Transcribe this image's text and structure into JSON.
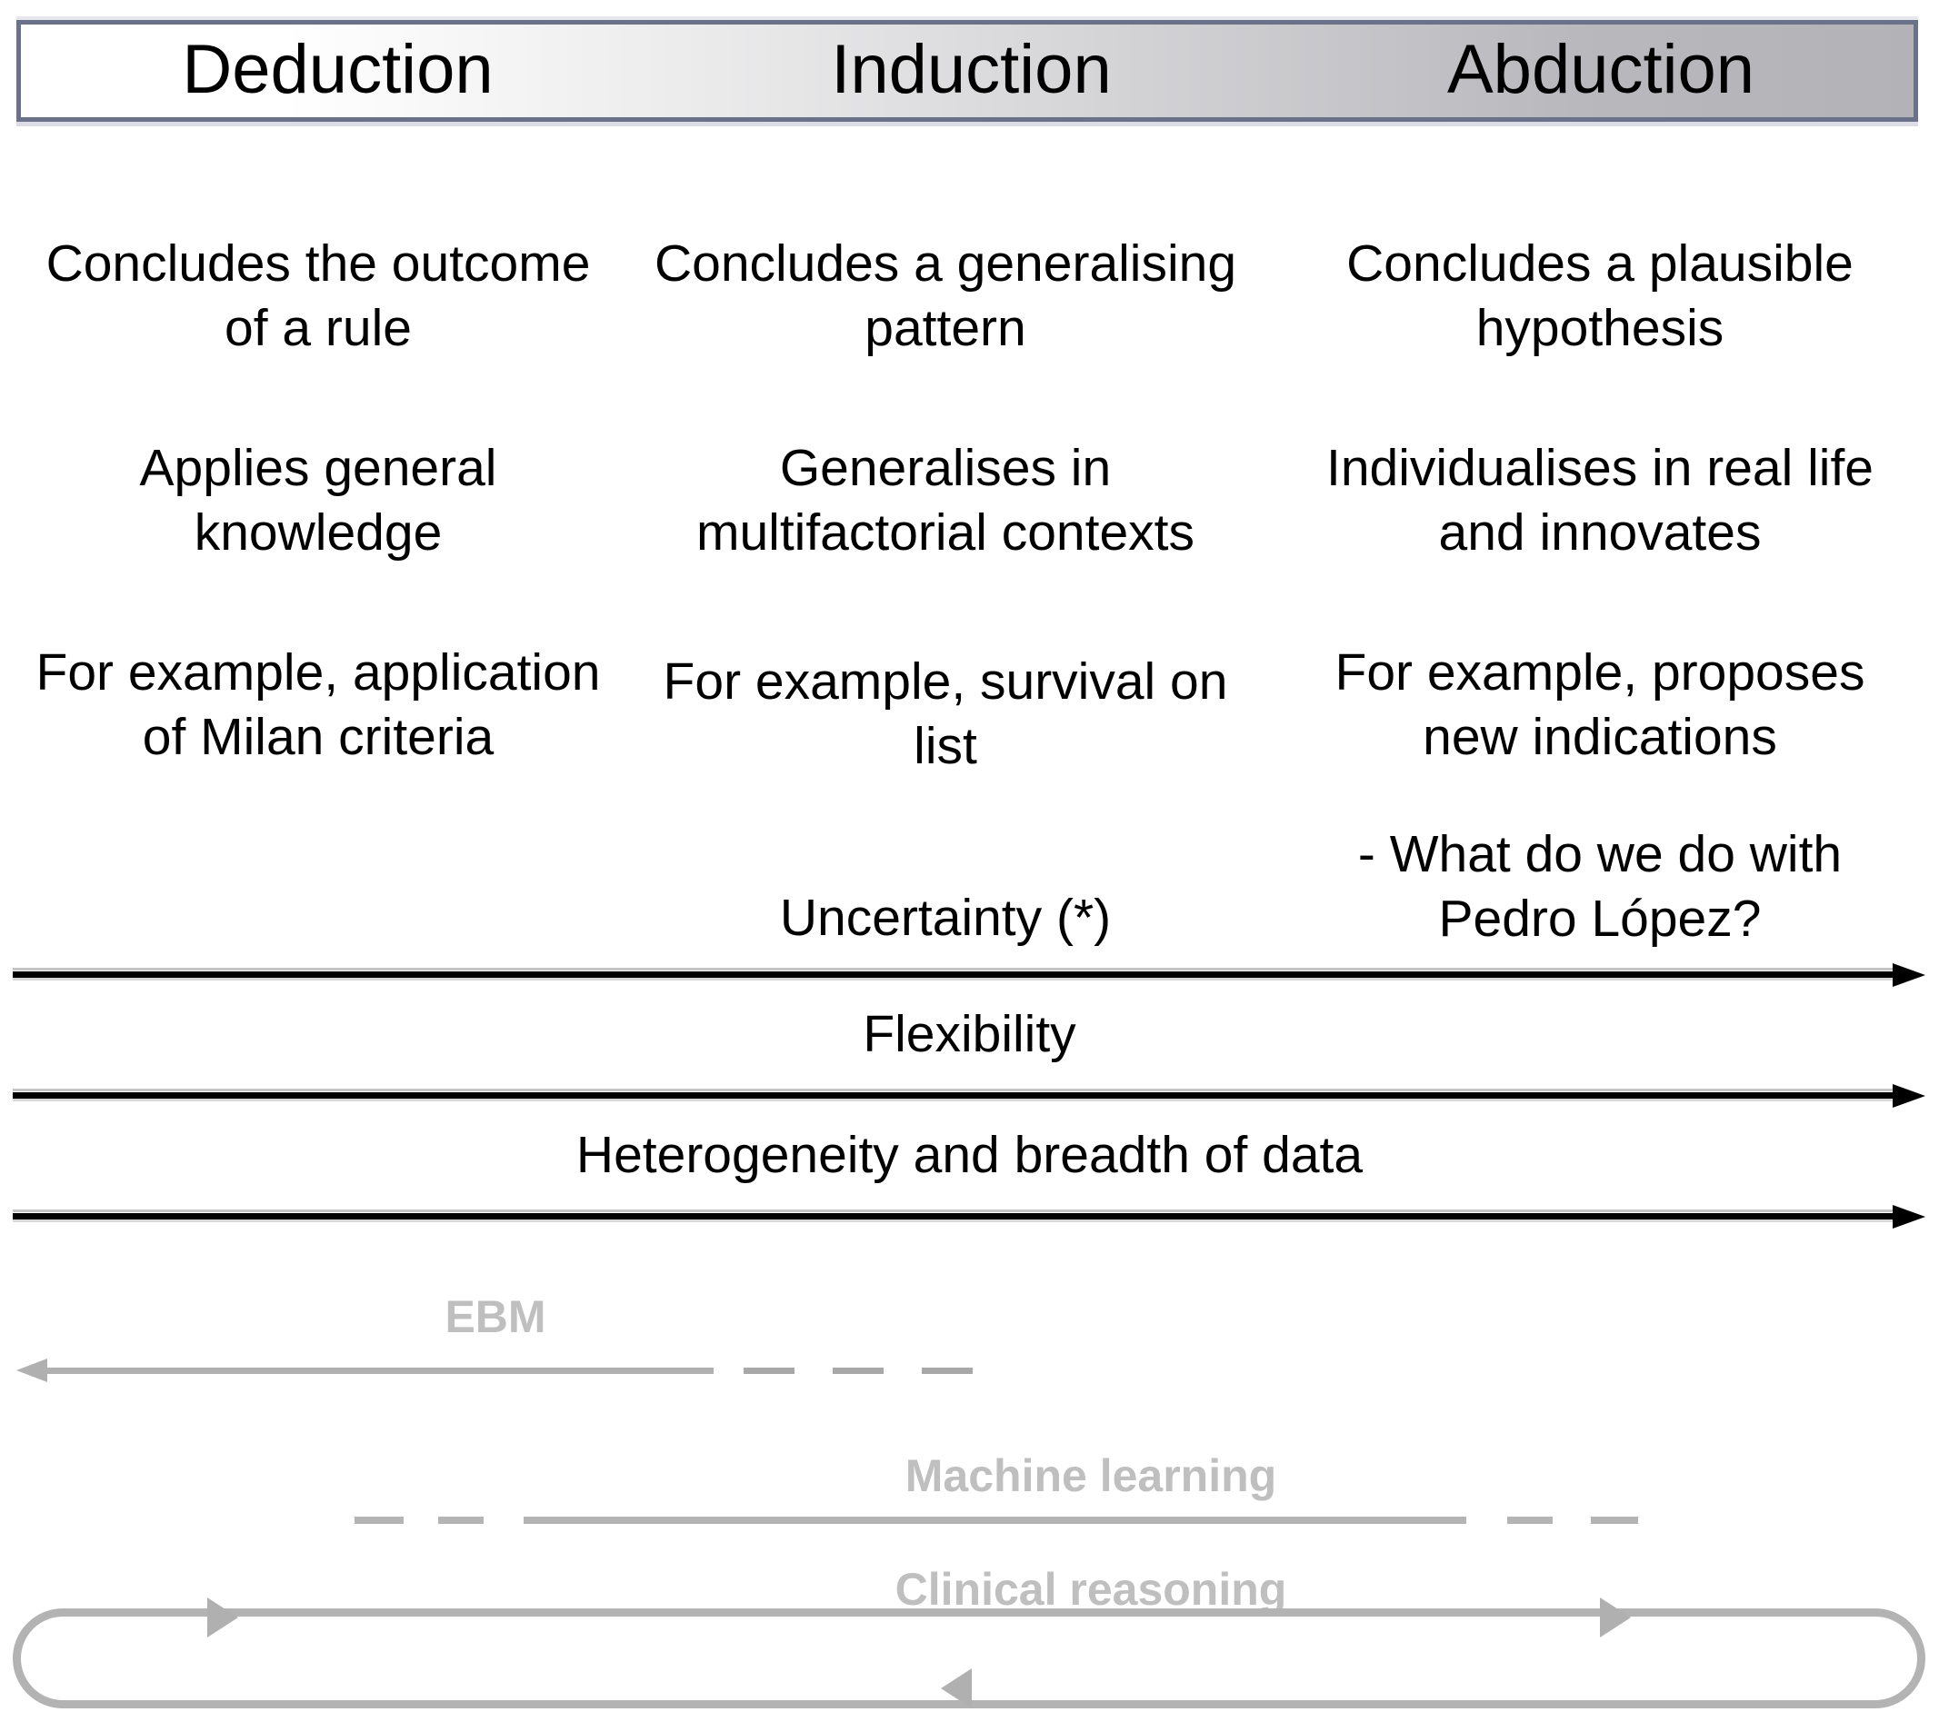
{
  "header": {
    "columns": [
      {
        "label": "Deduction"
      },
      {
        "label": "Induction"
      },
      {
        "label": "Abduction"
      }
    ]
  },
  "matrix": {
    "rows": [
      {
        "deduction": "Concludes the outcome of a rule",
        "induction": "Concludes a generalising pattern",
        "abduction": "Concludes a plausible hypothesis"
      },
      {
        "deduction": "Applies general knowledge",
        "induction": "Generalises in multifactorial contexts",
        "abduction": "Individualises in real life and innovates"
      },
      {
        "deduction": "For example, application of Milan criteria",
        "induction": "For example, survival on list",
        "abduction": "For example, proposes new indications"
      }
    ],
    "extras": {
      "uncertainty": "Uncertainty (*)",
      "pedro_lopez": "- What do we do with Pedro López?"
    }
  },
  "gradient_arrows": [
    {
      "caption": "Flexibility",
      "direction": "right",
      "color": "#000000"
    },
    {
      "caption": "Heterogeneity and breadth of data",
      "direction": "right",
      "color": "#000000"
    }
  ],
  "methods": [
    {
      "label": "EBM",
      "direction": "left",
      "color": "#bfbfbf",
      "line_style": "solid-then-dashed"
    },
    {
      "label": "Machine learning",
      "direction": "none",
      "color": "#bfbfbf",
      "line_style": "dashed-solid-dashed"
    },
    {
      "label": "Clinical reasoning",
      "direction": "cycle",
      "color": "#bfbfbf",
      "line_style": "loop"
    }
  ],
  "colors": {
    "header_border": "#6b7189",
    "header_gradient_start": "#ffffff",
    "header_gradient_end": "#b3b3b7",
    "grey_label": "#bfbfbf",
    "grey_line": "#b0b0b0",
    "black_arrow": "#000000"
  }
}
